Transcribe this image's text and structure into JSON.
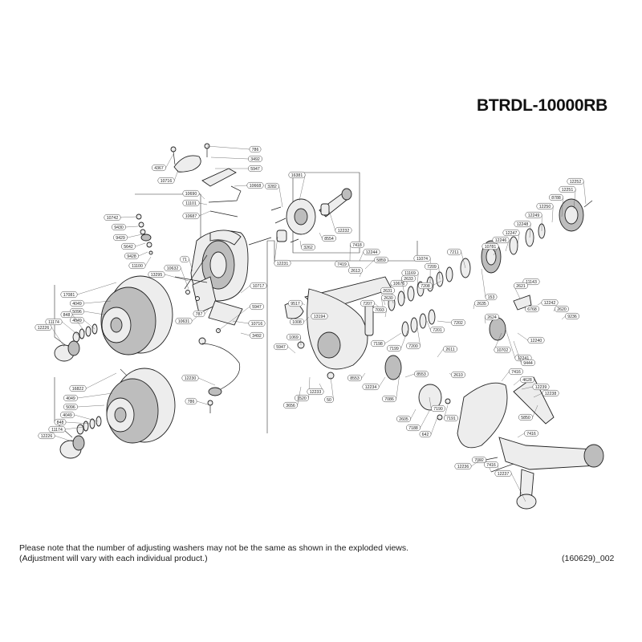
{
  "model": "BTRDL-10000RB",
  "notes": [
    "Please note that the number of adjusting washers may not be the same as shown in the exploded views.",
    "(Adjustment will vary with each individual product.)"
  ],
  "doc_code": "(160629)_002",
  "part_labels": [
    "786",
    "3492",
    "5947",
    "10668",
    "4367",
    "10716",
    "10690",
    "11101",
    "10687",
    "3282",
    "16381",
    "10742",
    "9430",
    "9429",
    "5642",
    "9428",
    "11100",
    "12232",
    "8554",
    "12231",
    "3262",
    "12252",
    "12251",
    "8788",
    "12250",
    "12249",
    "12248",
    "12247",
    "12246",
    "10781",
    "7211",
    "7418",
    "12244",
    "5859",
    "7419",
    "2613",
    "11169",
    "11074",
    "7209",
    "10676",
    "2633",
    "2631",
    "2630",
    "7207",
    "7208",
    "7093",
    "153",
    "2635",
    "2624",
    "7202",
    "7201",
    "7200",
    "7199",
    "7198",
    "11143",
    "2621",
    "6768",
    "12242",
    "2620",
    "9236",
    "12241",
    "10702",
    "9444",
    "12240",
    "1008",
    "9517",
    "13194",
    "1069",
    "5947",
    "8553",
    "8553",
    "12234",
    "2611",
    "2610",
    "7416",
    "4628",
    "12239",
    "12238",
    "7086",
    "7190",
    "2605",
    "642",
    "7191",
    "7188",
    "5850",
    "7416",
    "12237",
    "7092",
    "12236",
    "7416",
    "13295",
    "71",
    "10632",
    "787",
    "10631",
    "10717",
    "10716",
    "5947",
    "3492",
    "12230",
    "786",
    "1520",
    "12233",
    "50",
    "3656",
    "17081",
    "4049",
    "5096",
    "4049",
    "848",
    "11174",
    "12226",
    "16822",
    "4049",
    "5096",
    "4049",
    "848",
    "11174",
    "12226"
  ]
}
